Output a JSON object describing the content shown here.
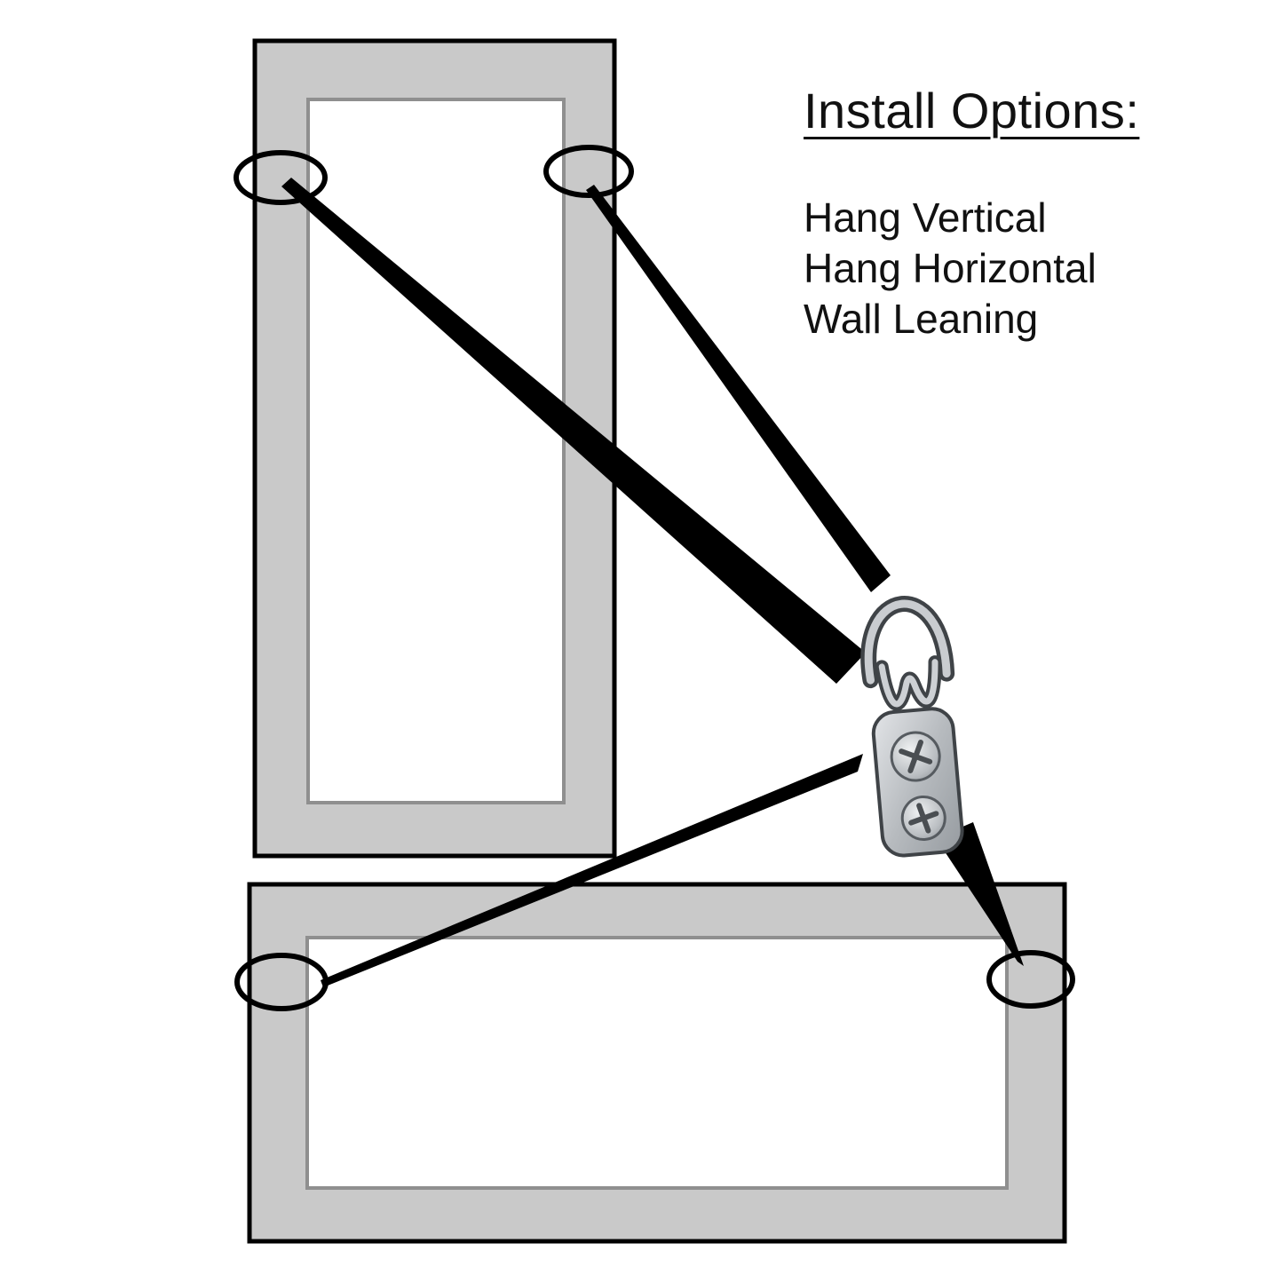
{
  "title": "Install Options:",
  "options": [
    "Hang Vertical",
    "Hang Horizontal",
    "Wall Leaning"
  ],
  "colors": {
    "background": "#ffffff",
    "frame_fill": "#c9c9c9",
    "frame_outline": "#000000",
    "opening_outline": "#8f8f8f",
    "pointer_line": "#000000",
    "metal_light": "#e3e5e8",
    "metal_mid": "#b7bbbf",
    "metal_dark": "#3f4347"
  }
}
